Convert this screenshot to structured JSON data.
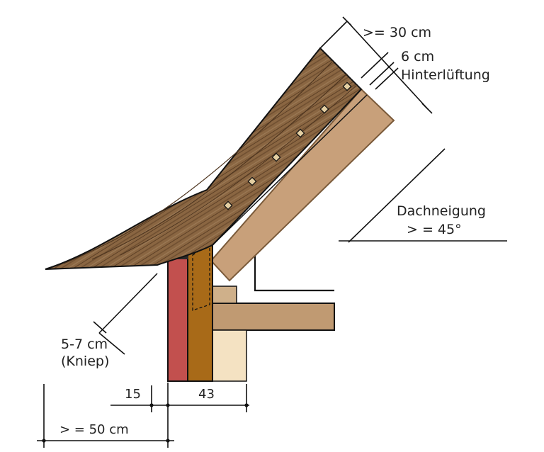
{
  "labels": {
    "thickness": ">= 30 cm",
    "ventilation_size": "6 cm",
    "ventilation_label": "Hinterlüftung",
    "pitch_label": "Dachneigung",
    "pitch_value": "> = 45°",
    "overhang_size": "5-7 cm",
    "overhang_label": "(Kniep)",
    "dim_15": "15",
    "dim_43": "43",
    "dim_50": "> = 50 cm"
  },
  "colors": {
    "thatch": "#8a6642",
    "thatch_dark": "#5a3e24",
    "rafter": "#c8a07a",
    "rafter_edge": "#7a5a3a",
    "plaster": "#c2504e",
    "wall_wood": "#a86a18",
    "beam": "#c09a72",
    "ceiling_fill": "#f4e2c2",
    "line": "#111111"
  }
}
